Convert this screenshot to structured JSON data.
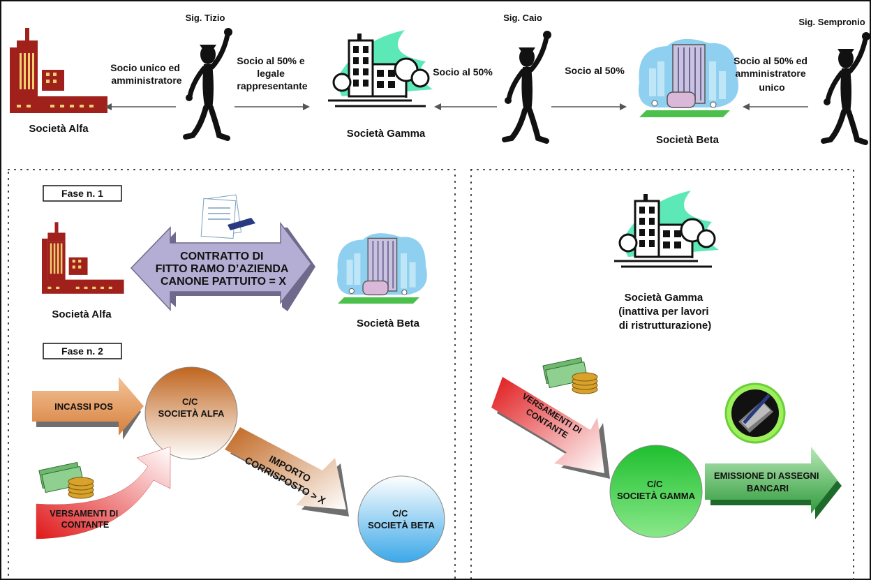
{
  "top": {
    "persons": {
      "tizio": "Sig. Tizio",
      "caio": "Sig. Caio",
      "sempronio": "Sig. Sempronio"
    },
    "companies": {
      "alfa": "Società Alfa",
      "gamma": "Società Gamma",
      "beta": "Società Beta"
    },
    "relations": {
      "tizio_alfa": [
        "Socio unico ed",
        "amministratore"
      ],
      "tizio_gamma": [
        "Socio al 50% e",
        "legale",
        "rappresentante"
      ],
      "caio_gamma": "Socio al 50%",
      "caio_beta": "Socio al 50%",
      "sempronio_beta": [
        "Socio al 50% ed",
        "amministratore",
        "unico"
      ]
    }
  },
  "left_panel": {
    "phase1": {
      "label": "Fase n. 1",
      "arrow_text": [
        "CONTRATTO DI",
        "FITTO RAMO D’AZIENDA",
        "CANONE PATTUITO =  X"
      ],
      "left_company": "Società Alfa",
      "right_company": "Società Beta"
    },
    "phase2": {
      "label": "Fase n. 2",
      "incassi": "INCASSI POS",
      "cc_alfa": [
        "C/C",
        "SOCIETÀ ALFA"
      ],
      "versamenti": [
        "VERSAMENTI DI",
        "CONTANTE"
      ],
      "importo": [
        "IMPORTO",
        "CORRISPOSTO > X"
      ],
      "cc_beta": [
        "C/C",
        "SOCIETÀ BETA"
      ]
    }
  },
  "right_panel": {
    "gamma_title": [
      "Società Gamma",
      "(inattiva per lavori",
      "di ristrutturazione)"
    ],
    "versamenti": [
      "VERSAMENTI DI",
      "CONTANTE"
    ],
    "cc_gamma": [
      "C/C",
      "SOCIETÀ GAMMA"
    ],
    "emissione": [
      "EMISSIONE DI ASSEGNI",
      "BANCARI"
    ]
  },
  "colors": {
    "alfa_building": "#a0201c",
    "gamma_swoosh": "#5de8b8",
    "beta_sky": "#8fd0f0",
    "contract_arrow": "#b4aed4",
    "orange": "#d98a4a",
    "red": "#e63a2a",
    "green": "#2fb24a",
    "blue": "#4ab2e8"
  }
}
